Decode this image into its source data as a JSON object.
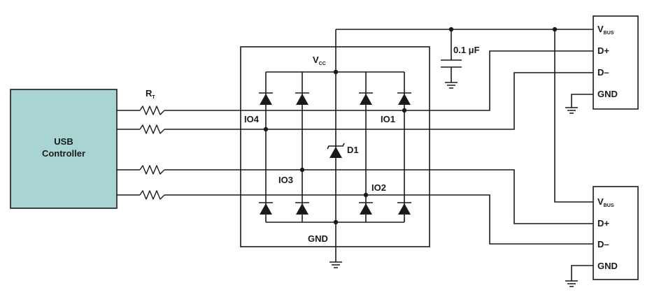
{
  "colors": {
    "controller_fill": "#a9d4d4",
    "stroke": "#1a1a1a",
    "background": "#ffffff"
  },
  "controller": {
    "line1": "USB",
    "line2": "Controller"
  },
  "resistor": {
    "main": "R",
    "sub": "T"
  },
  "protection_ic": {
    "vcc_main": "V",
    "vcc_sub": "CC",
    "gnd": "GND",
    "io1": "IO1",
    "io2": "IO2",
    "io3": "IO3",
    "io4": "IO4",
    "zener": "D1"
  },
  "capacitor": {
    "label": "0.1 μF"
  },
  "connector_top": {
    "vbus_main": "V",
    "vbus_sub": "BUS",
    "dplus": "D+",
    "dminus": "D–",
    "gnd": "GND"
  },
  "connector_bottom": {
    "vbus_main": "V",
    "vbus_sub": "BUS",
    "dplus": "D+",
    "dminus": "D–",
    "gnd": "GND"
  }
}
